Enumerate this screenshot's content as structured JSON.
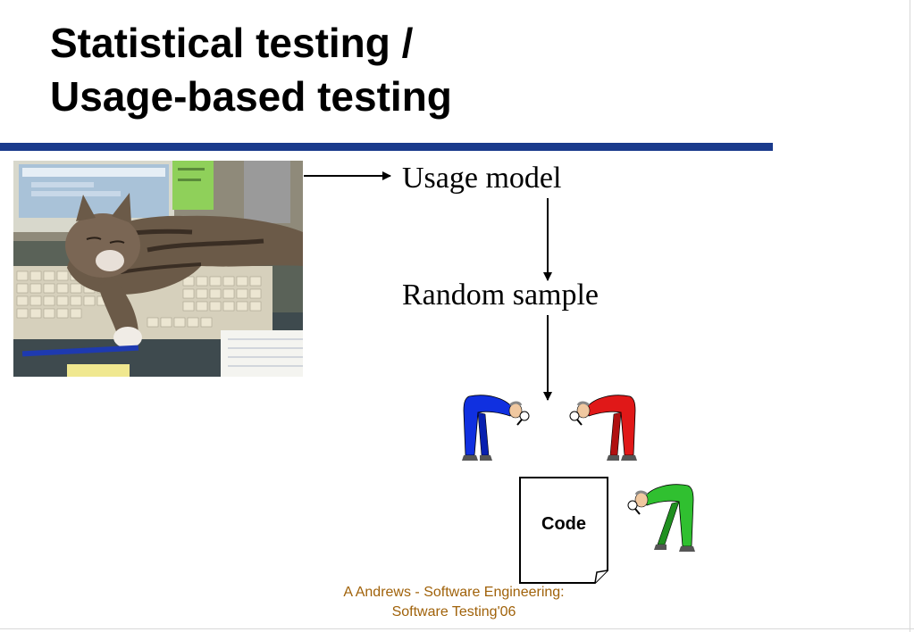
{
  "slide": {
    "title_line1": "Statistical testing /",
    "title_line2": "Usage-based testing"
  },
  "flow": {
    "step1": "Usage model",
    "step2": "Random sample",
    "document_label": "Code"
  },
  "footer": {
    "line1": "A Andrews - Software Engineering:",
    "line2": "Software Testing'06"
  },
  "colors": {
    "rule": "#1a3a8c",
    "footer_text": "#a0620a",
    "tester_blue": "#1030e0",
    "tester_red": "#e01818",
    "tester_green": "#30c030"
  },
  "images": {
    "photo": "cat-sleeping-on-keyboard",
    "testers": [
      "blue-tester-with-magnifier",
      "red-tester-with-magnifier",
      "green-tester-with-magnifier"
    ]
  }
}
